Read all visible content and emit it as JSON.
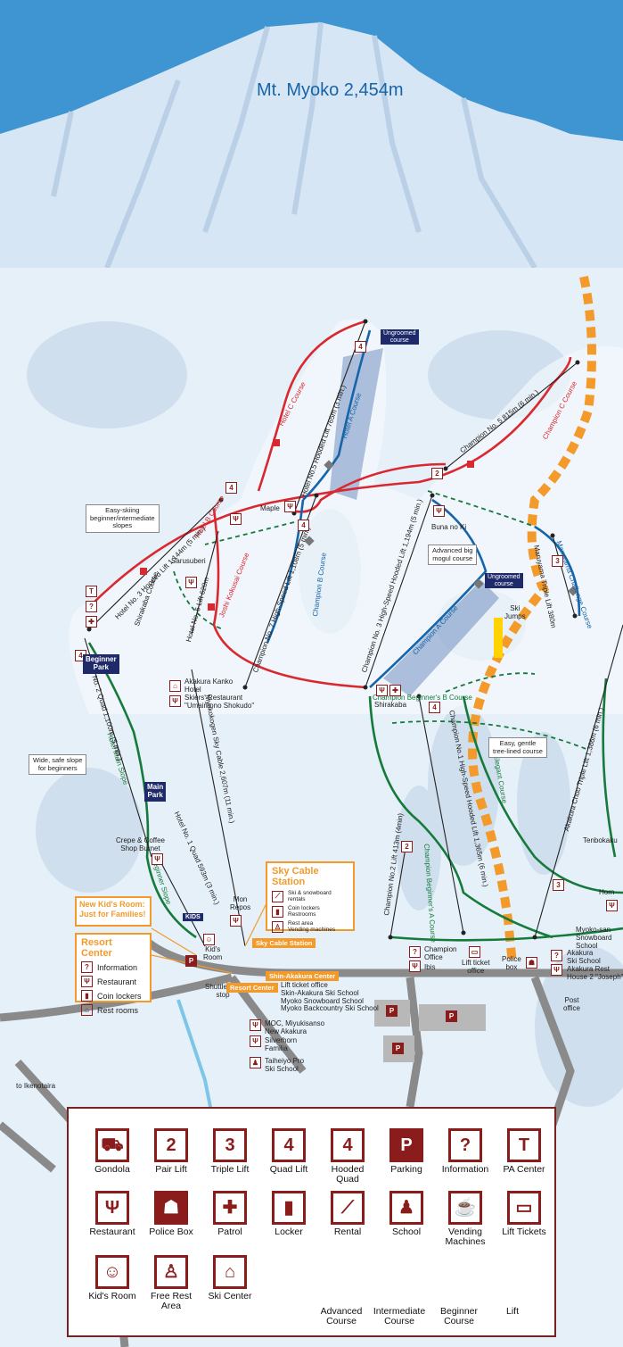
{
  "title": "Mt. Myoko 2,454m",
  "colors": {
    "advanced": "#1764a8",
    "intermediate": "#d9282f",
    "beginner": "#157a3a",
    "lift": "#222222",
    "icon": "#8b1c1c",
    "accent": "#f39a2a",
    "navy": "#1f2a6b"
  },
  "courses": {
    "hotel_c": "Hotel C Course",
    "hotel_a": "Hotel A Course",
    "hotel_b": "Hotel B Course",
    "joshi_kokusai": "Joshi Kokusai Course",
    "champion_b": "Champion B Course",
    "champion_a": "Champion A Course",
    "champion_c": "Champion C Course",
    "maruyama": "Maruyama Challenge Course",
    "shirakaba": "Shirakaba Course",
    "hotel_main": "Hotel Main Slope",
    "beginner_slope": "Beginner Slope",
    "champion_beginners_b": "Champion Beginner's B Course",
    "champion_beginners_a": "Champion Beginner's A Course",
    "elegant": "Elegant Course"
  },
  "lifts": {
    "hotel_5": "Hotel No.5 Hooded Lift 765m (3 min.)",
    "champion_5": "Champion No. 5  815m (6 min.)",
    "hotel_3": "Hotel No. 3 Hooded Lift 1,144m (5 min.)",
    "hotel_6": "Hotel No. 6 Lift 620m",
    "champion_7": "Champion No. 7 High-Speed Lift 1,108m (5 min.)",
    "champion_3": "Champion No. 3 High-Speed Hooded Lift 1,194m (5 min.)",
    "maruyama_triple": "Maruyama Triple Lift 380m",
    "sky_cable": "Myokokogen Sky Cable  2,607m (11 min.)",
    "hotel_2": "Hotel No. 2 Quad  1,100m (5 min.)",
    "hotel_1": "Hotel No. 1 Quad  593m (3 min.)",
    "champion_1": "Champion No.1 High-Speed Hooded Lift 1,365m (6 min.)",
    "champion_2": "Champion No.2 Lift 413m (4min)",
    "akakura_chuo": "Akakura Chuo Triple Lift 1,386m (6 min.)"
  },
  "places": {
    "maple": "Maple",
    "sarusuberi": "Sarusuberi",
    "buna_no_ki": "Buna no Ki",
    "shirakaba": "Shirakaba",
    "akakura_kanko": "Akakura Kanko\nHotel",
    "skiers_restaurant": "Skiers' Restaurant\n\"Umaimono Shokudo\"",
    "crepe": "Crepe & Coffee\nShop Burnet",
    "mon_repos": "Mon\nRepos",
    "kids_room": "Kid's\nRoom",
    "shuttle": "Shuttle bus\nstop",
    "tenbokaku": "Tenbokaku",
    "horn": "Horn",
    "champion_office": "Champion\nOffice",
    "ibis": "Ibis",
    "lift_ticket_office": "Lift ticket\noffice",
    "police_box": "Police\nbox",
    "myoko_san": "Myoko-san\nSnowboard\nSchool",
    "akakura_ski": "Akakura\nSki School",
    "akakura_rest": "Akakura Rest\nHouse 2 \"Joseph\"",
    "post_office": "Post\noffice",
    "shin_akakura_services": "Lift ticket office\nSkin-Akakura Ski School\nMyoko Snowboard School\nMyoko Backcountry Ski School",
    "moc": "MOC, Miyukisanso\nNew Akakura",
    "silverhorn": "Silverhorn\nFamilia",
    "taiheiyo": "Taiheiyo Pro\nSki School",
    "to_ikenotaira": "to Ikenotaira",
    "ski_jumps": "Ski\nJumps"
  },
  "tags": {
    "ungroomed": "Ungroomed\ncourse",
    "beginner_park": "Beginner\nPark",
    "main_park": "Main\nPark",
    "kids": "KIDS",
    "sky_cable_station_tag": "Sky Cable Station",
    "shin_akakura_center": "Shin-Akakura Center",
    "resort_center_tag": "Resort Center"
  },
  "notes": {
    "easy_skiing": "Easy-skiing\nbeginner/intermediate\nslopes",
    "advanced_mogul": "Advanced big\nmogul course",
    "wide_safe": "Wide, safe slope\nfor beginners",
    "easy_gentle": "Easy, gentle\ntree-lined course"
  },
  "sky_cable_panel": {
    "title": "Sky Cable Station",
    "items": [
      "Ski & snowboard\nrentals",
      "Coin lockers\nRestrooms",
      "Rest area\nVending machines"
    ]
  },
  "kids_room_panel": {
    "title": "New Kid's Room:\nJust for Families!"
  },
  "resort_center_panel": {
    "title": "Resort Center",
    "items": [
      "Information",
      "Restaurant",
      "Coin lockers",
      "Rest rooms"
    ]
  },
  "legend": {
    "icons": [
      {
        "label": "Gondola",
        "glyph": "⛟"
      },
      {
        "label": "Pair Lift",
        "glyph": "2"
      },
      {
        "label": "Triple Lift",
        "glyph": "3"
      },
      {
        "label": "Quad Lift",
        "glyph": "4"
      },
      {
        "label": "Hooded\nQuad",
        "glyph": "4"
      },
      {
        "label": "Parking",
        "glyph": "P"
      },
      {
        "label": "Information",
        "glyph": "?"
      },
      {
        "label": "PA Center",
        "glyph": "T"
      },
      {
        "label": "Restaurant",
        "glyph": "Ψ"
      },
      {
        "label": "Police Box",
        "glyph": "☗"
      },
      {
        "label": "Patrol",
        "glyph": "✚"
      },
      {
        "label": "Locker",
        "glyph": "▮"
      },
      {
        "label": "Rental",
        "glyph": "⟋"
      },
      {
        "label": "School",
        "glyph": "♟"
      },
      {
        "label": "Vending\nMachines",
        "glyph": "☕"
      },
      {
        "label": "Lift Tickets",
        "glyph": "▭"
      },
      {
        "label": "Kid's Room",
        "glyph": "☺"
      },
      {
        "label": "Free Rest\nArea",
        "glyph": "♙"
      },
      {
        "label": "Ski Center",
        "glyph": "⌂"
      }
    ],
    "lines": [
      {
        "label": "Advanced\nCourse"
      },
      {
        "label": "Intermediate\nCourse"
      },
      {
        "label": "Beginner\nCourse"
      },
      {
        "label": "Lift"
      }
    ]
  }
}
